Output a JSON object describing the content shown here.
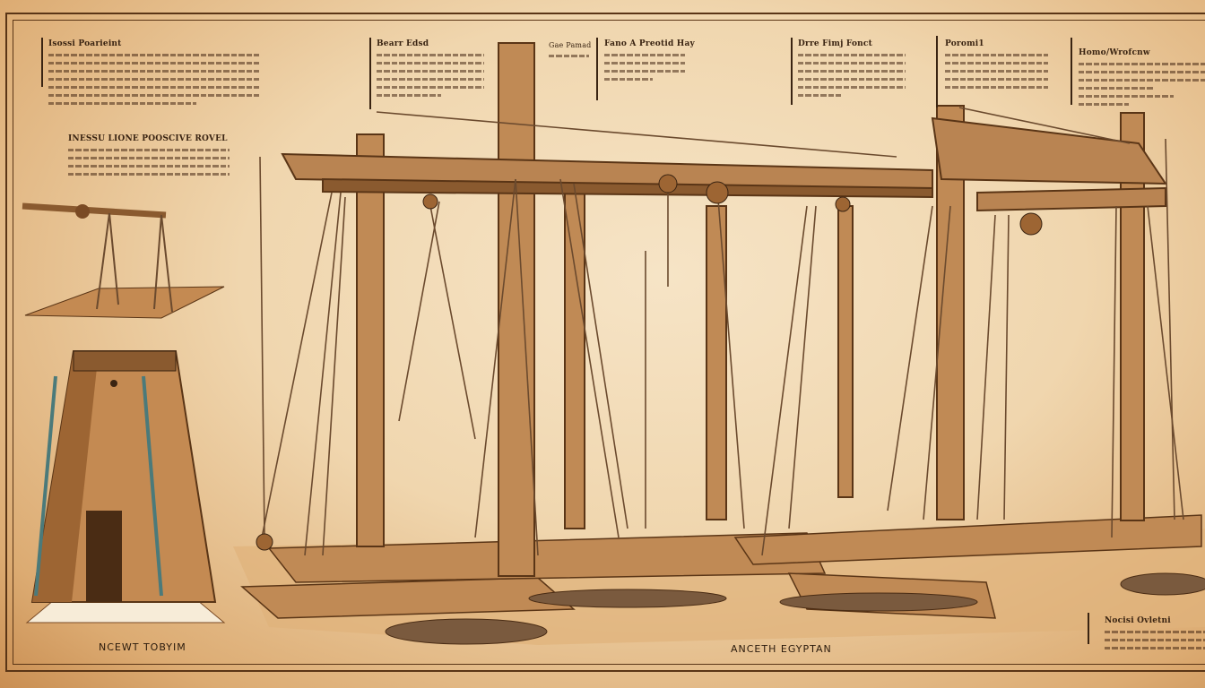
{
  "colors": {
    "parchment": "#f0d6ae",
    "wood": "#b98452",
    "wood_dark": "#7a4a24",
    "rope": "#6b4a2e",
    "ink": "#3a2412"
  },
  "notes": [
    {
      "heading": "Isossi Poarieint"
    },
    {
      "heading": "INESSU LIONE POOSCIVE ROVEL"
    },
    {
      "heading": "Bearr Edsd"
    },
    {
      "heading": "Gae Pamad"
    },
    {
      "heading": "Fano A Preotid Hay"
    },
    {
      "heading": "Drre Fimj Fonct"
    },
    {
      "heading": "Poromi1"
    },
    {
      "heading": "Homo/Wrofcnw"
    },
    {
      "heading": "Nocisi Ovletni"
    }
  ],
  "captions": {
    "left": "NCEWT TOBYIM",
    "center": "ANCETH EGYPTAN"
  }
}
